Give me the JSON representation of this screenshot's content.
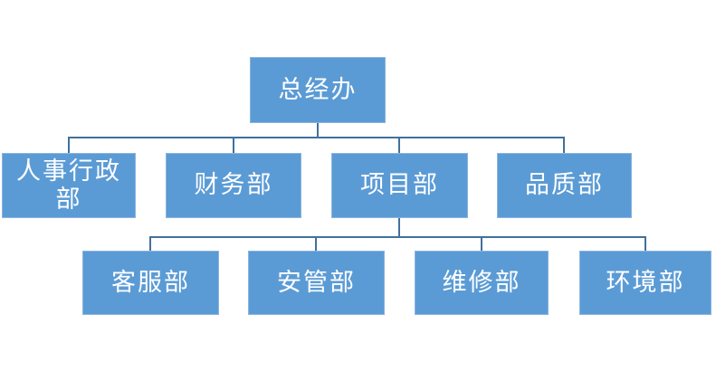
{
  "diagram": {
    "type": "org-chart",
    "root": {
      "label": "总经办"
    },
    "level2": [
      {
        "label": "人事行政部",
        "parent": "总经办"
      },
      {
        "label": "财务部",
        "parent": "总经办"
      },
      {
        "label": "项目部",
        "parent": "总经办"
      },
      {
        "label": "品质部",
        "parent": "总经办"
      }
    ],
    "level3": [
      {
        "label": "客服部",
        "parent": "项目部"
      },
      {
        "label": "安管部",
        "parent": "项目部"
      },
      {
        "label": "维修部",
        "parent": "项目部"
      },
      {
        "label": "环境部",
        "parent": "项目部"
      }
    ]
  },
  "colors": {
    "node_fill": "#5B9BD5",
    "node_border": "#8ab4df",
    "connector": "#41719C",
    "node_text": "#FFFFFF",
    "background": "#FFFFFF"
  }
}
